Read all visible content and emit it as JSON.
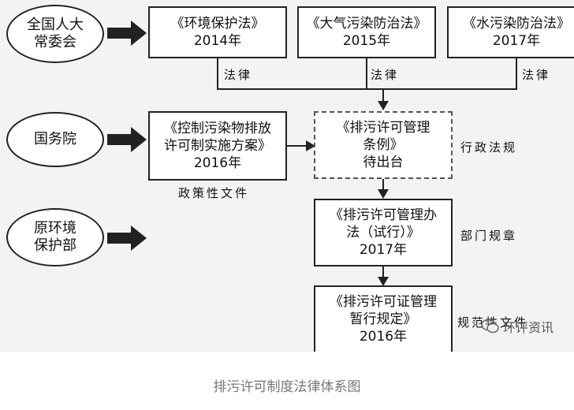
{
  "orgs": {
    "npc": "全国人大\n常委会",
    "state_council": "国务院",
    "mep": "原环境\n保护部"
  },
  "laws": {
    "env": "《环境保护法》\n2014年",
    "air": "《大气污染防治法》\n2015年",
    "water": "《水污染防治法》\n2017年"
  },
  "policy_box": "《控制污染物排放\n许可制实施方案》\n2016年",
  "regulation_box": "《排污许可管理\n条例》\n待出台",
  "rule_box": "《排污许可管理办\n法（试行）》\n2017年",
  "norm_box": "《排污许可证管理\n暂行规定》\n2016年",
  "labels": {
    "law1": "法律",
    "law2": "法律",
    "law3": "法律",
    "policy": "政策性文件",
    "admin_reg": "行政法规",
    "dept_rule": "部门规章",
    "norm_doc": "规范性文件"
  },
  "watermark": "环评资讯",
  "caption": "排污许可制度法律体系图"
}
